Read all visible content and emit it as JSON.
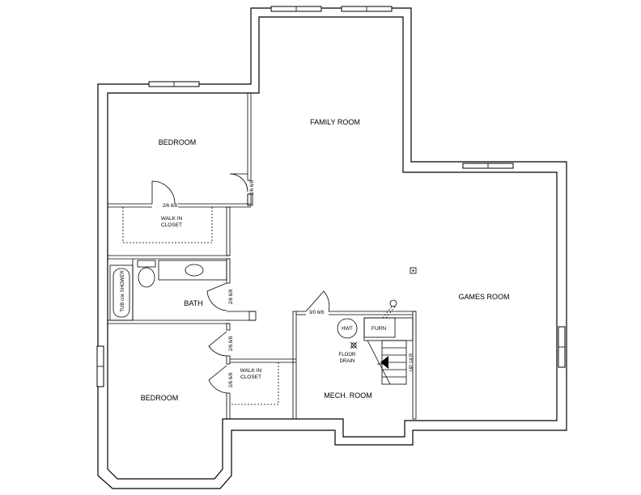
{
  "rooms": {
    "family_room": "FAMILY ROOM",
    "bedroom_top": "BEDROOM",
    "walk_in_closet_top": [
      "WALK IN",
      "CLOSET"
    ],
    "bath": "BATH",
    "tub_shower": "TUB c/w SHOWER",
    "bedroom_bottom": "BEDROOM",
    "walk_in_closet_bottom": [
      "WALK IN",
      "CLOSET"
    ],
    "games_room": "GAMES ROOM",
    "mech_room": "MECH. ROOM"
  },
  "fixtures": {
    "hwt": "HWT",
    "furn": "FURN",
    "floor_drain": [
      "FLOOR",
      "DRAIN"
    ],
    "stairs": "UP 14 R"
  },
  "door_sizes": {
    "bedroom_top_door": "2/6 6/8",
    "family_side_door": "2/6 6/8",
    "bath_door": "2/6 6/8",
    "bedroom_bottom_door": "2/6 6/8",
    "closet_bottom_door": "2/6 6/8",
    "mech_door": "3/0 6/8"
  }
}
